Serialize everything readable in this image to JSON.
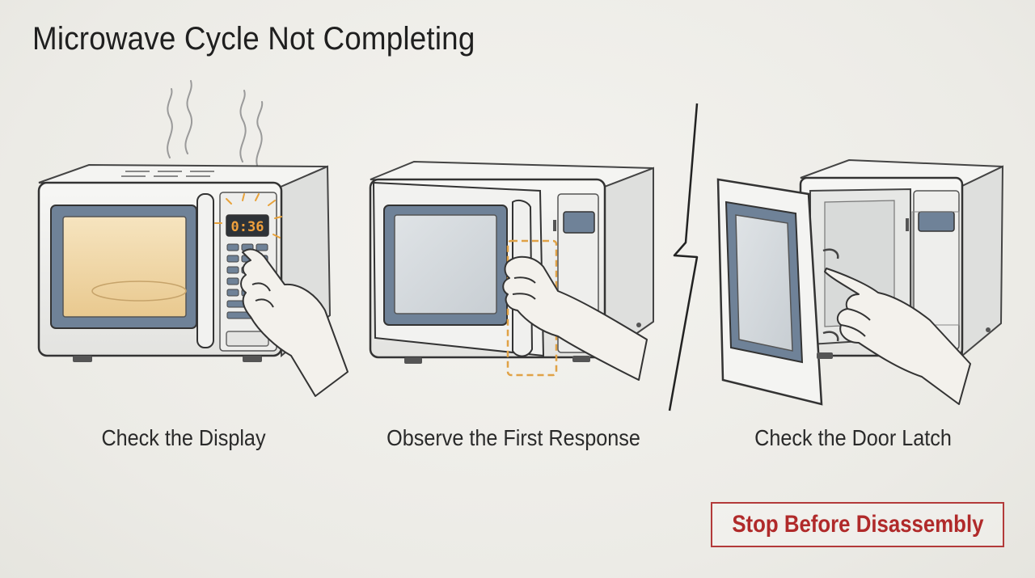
{
  "title": "Microwave Cycle Not Completing",
  "steps": [
    {
      "label": "Check the Display",
      "display_time": "0:36"
    },
    {
      "label": "Observe the First Response"
    },
    {
      "label": "Check the Door Latch"
    }
  ],
  "action_button": {
    "label": "Stop Before Disassembly"
  },
  "colors": {
    "accent_red": "#b33a3a",
    "highlight_orange": "#e8a23a",
    "window_blue": "#6f8298",
    "interior_warm": "#f3d9a8"
  }
}
